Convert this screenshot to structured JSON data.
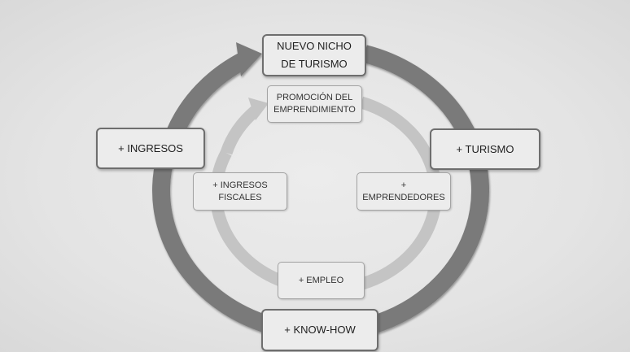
{
  "diagram": {
    "outer_cycle": {
      "top": [
        "NUEVO NICHO",
        "DE TURISMO"
      ],
      "right": "+ TURISMO",
      "bottom": "+ KNOW-HOW",
      "left": "+ INGRESOS"
    },
    "inner_cycle": {
      "top": [
        "PROMOCIÓN DEL",
        "EMPRENDIMIENTO"
      ],
      "right": [
        "+",
        "EMPRENDEDORES"
      ],
      "bottom": "+ EMPLEO",
      "left": [
        "+ INGRESOS",
        "FISCALES"
      ]
    },
    "colors": {
      "outer_arrow": "#7a7a7a",
      "inner_arrow": "#c4c4c4",
      "box_border": "#6e6e6e",
      "background": "#e6e6e6"
    }
  }
}
